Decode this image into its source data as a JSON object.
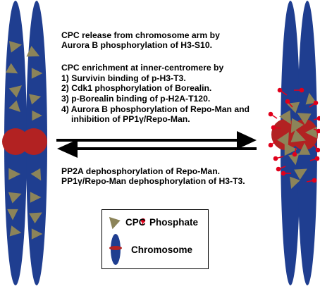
{
  "text": {
    "release_line1": "CPC release from chromosome arm by",
    "release_line2": "Aurora B phosphorylation of H3-S10.",
    "enrich_title": "CPC enrichment at inner-centromere by",
    "enrich_items": [
      "1) Survivin binding of p-H3-T3.",
      "2) Cdk1 phosphorylation of Borealin.",
      "3) p-Borealin binding of p-H2A-T120.",
      "4) Aurora B phosphorylation of Repo-Man and",
      "inhibition of PP1γ/Repo-Man."
    ],
    "reverse_line1": "PP2A dephosphorylation of Repo-Man.",
    "reverse_line2": "PP1γ/Repo-Man dephosphorylation of H3-T3."
  },
  "legend": {
    "cpc_label": "CPC",
    "phosphate_label": "Phosphate",
    "chromosome_label": "Chromosome"
  },
  "colors": {
    "chromatid": "#1F3E90",
    "centromere": "#B22222",
    "cpc": "#8C8459",
    "phosphate": "#E0001B",
    "arrow": "#000000"
  }
}
